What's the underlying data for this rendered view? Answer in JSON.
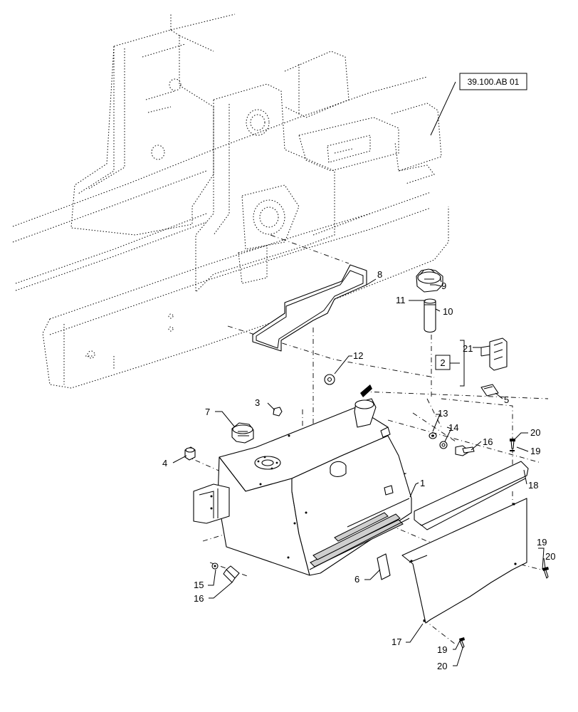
{
  "diagram": {
    "reference_box": "39.100.AB 01",
    "kit_box": "2",
    "callouts": {
      "c1": "1",
      "c3": "3",
      "c4": "4",
      "c5": "5",
      "c6": "6",
      "c7": "7",
      "c8": "8",
      "c9": "9",
      "c10": "10",
      "c11": "11",
      "c12": "12",
      "c13": "13",
      "c14": "14",
      "c15": "15",
      "c16a": "16",
      "c16b": "16",
      "c17": "17",
      "c18": "18",
      "c19a": "19",
      "c19b": "19",
      "c19c": "19",
      "c20a": "20",
      "c20b": "20",
      "c20c": "20",
      "c21": "21"
    }
  }
}
